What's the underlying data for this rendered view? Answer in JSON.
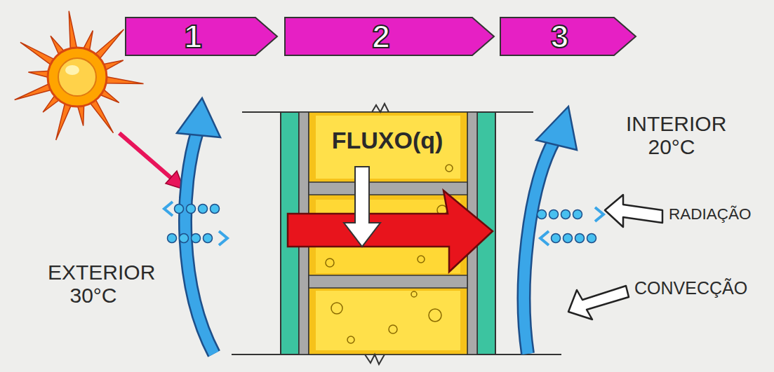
{
  "diagram": {
    "nodes": [
      {
        "text": [
          "1"
        ]
      },
      {
        "text": [
          "2"
        ]
      },
      {
        "text": [
          "3"
        ]
      }
    ],
    "labels": [
      "FLUXO(q)",
      "INTERIOR 20°C",
      "EXTERIOR 30°C",
      "RADIAÇÃO",
      "CONVECÇÃO"
    ]
  }
}
